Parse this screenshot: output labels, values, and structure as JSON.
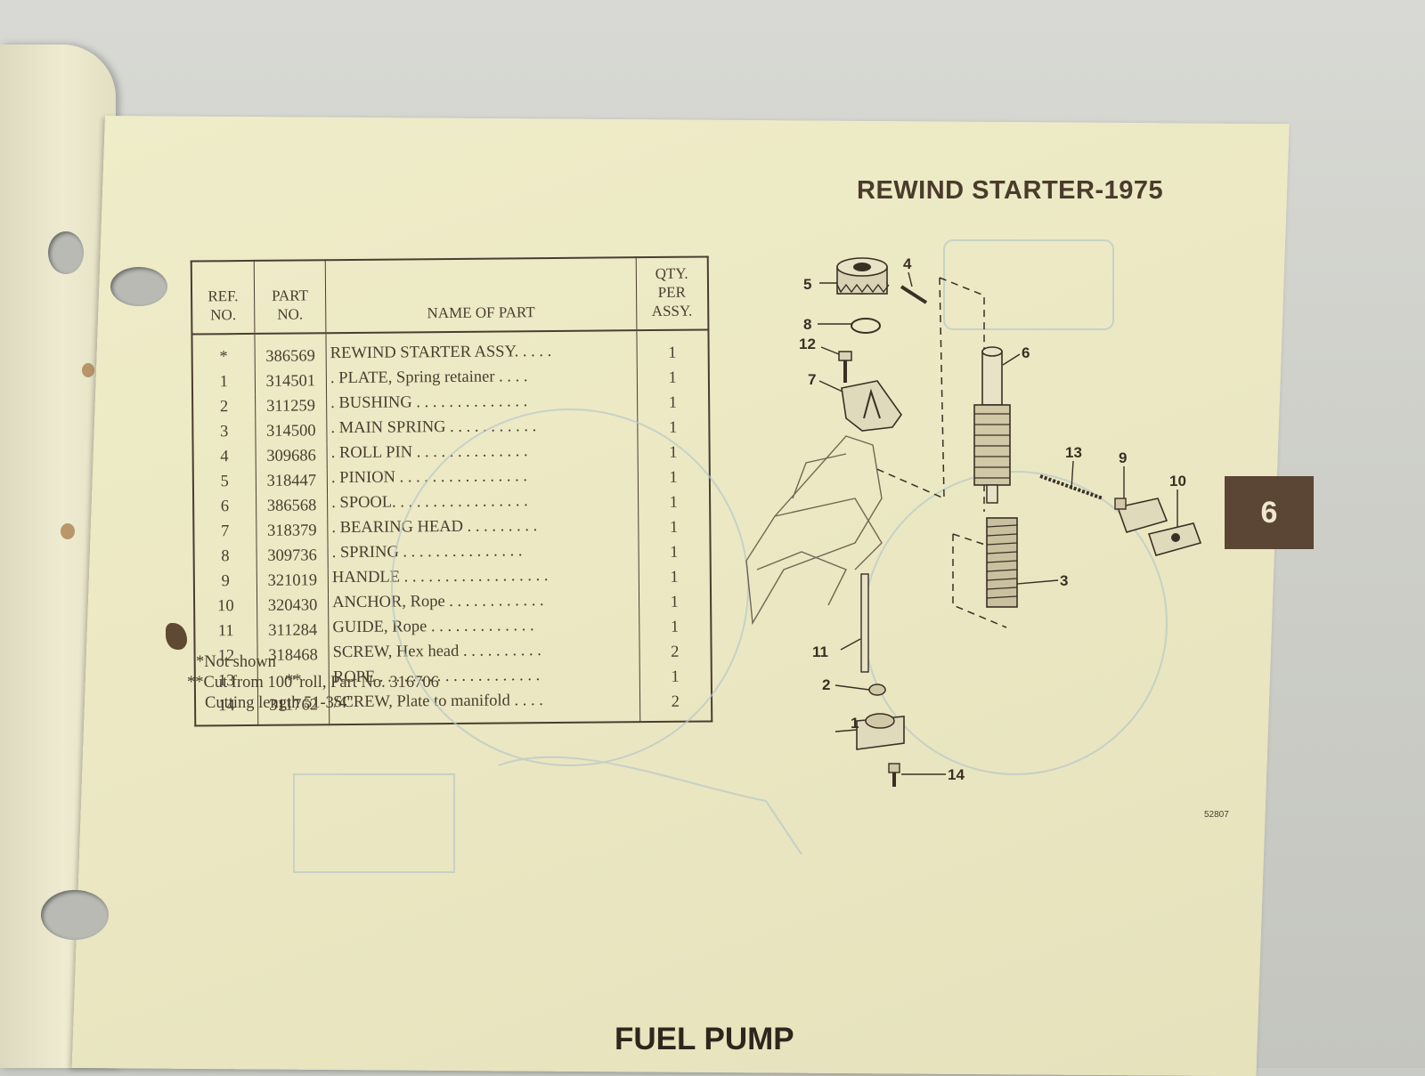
{
  "page": {
    "title": "REWIND STARTER-1975",
    "section_tab": "6",
    "footer_title": "FUEL PUMP",
    "figure_number": "52807"
  },
  "table": {
    "headers": {
      "ref": "REF.\nNO.",
      "part": "PART\nNO.",
      "name": "NAME OF PART",
      "qty": "QTY.\nPER\nASSY."
    },
    "rows": [
      {
        "ref": "*",
        "part": "386569",
        "name": "REWIND STARTER ASSY. . . . .",
        "qty": "1"
      },
      {
        "ref": "1",
        "part": "314501",
        "name": ". PLATE, Spring retainer . . . .",
        "qty": "1"
      },
      {
        "ref": "2",
        "part": "311259",
        "name": ". BUSHING . . . . . . . . . . . . . .",
        "qty": "1"
      },
      {
        "ref": "3",
        "part": "314500",
        "name": ". MAIN SPRING . . . . . . . . . . .",
        "qty": "1"
      },
      {
        "ref": "4",
        "part": "309686",
        "name": ". ROLL PIN . . . . . . . . . . . . . .",
        "qty": "1"
      },
      {
        "ref": "5",
        "part": "318447",
        "name": ". PINION . . . . . . . . . . . . . . . .",
        "qty": "1"
      },
      {
        "ref": "6",
        "part": "386568",
        "name": ". SPOOL. . . . . . . . . . . . . . . . .",
        "qty": "1"
      },
      {
        "ref": "7",
        "part": "318379",
        "name": ". BEARING HEAD . . . . . . . . .",
        "qty": "1"
      },
      {
        "ref": "8",
        "part": "309736",
        "name": ". SPRING . . . . . . . . . . . . . . .",
        "qty": "1"
      },
      {
        "ref": "9",
        "part": "321019",
        "name": "HANDLE . . . . . . . . . . . . . . . . . .",
        "qty": "1"
      },
      {
        "ref": "10",
        "part": "320430",
        "name": "ANCHOR, Rope . . . . . . . . . . . .",
        "qty": "1"
      },
      {
        "ref": "11",
        "part": "311284",
        "name": "GUIDE, Rope . . . . . . . . . . . . .",
        "qty": "1"
      },
      {
        "ref": "12",
        "part": "318468",
        "name": "SCREW, Hex head . . . . . . . . . .",
        "qty": "2"
      },
      {
        "ref": "13",
        "part": "**",
        "name": "ROPE . . . . . . . . . . . . . . . . . . . .",
        "qty": "1"
      },
      {
        "ref": "14",
        "part": "311762",
        "name": "SCREW, Plate to manifold . . . .",
        "qty": "2"
      }
    ]
  },
  "footnotes": {
    "not_shown": "*Not shown",
    "cut_from": "**Cut from 100' roll, Part No. 316706",
    "cutting_length": "Cutting length 51-3/4\""
  },
  "diagram": {
    "callouts": [
      "1",
      "2",
      "3",
      "4",
      "5",
      "6",
      "7",
      "8",
      "9",
      "10",
      "11",
      "12",
      "13",
      "14"
    ]
  },
  "colors": {
    "paper": "#ebe8c3",
    "ink": "#4a3d30",
    "tab": "#5b4635"
  }
}
